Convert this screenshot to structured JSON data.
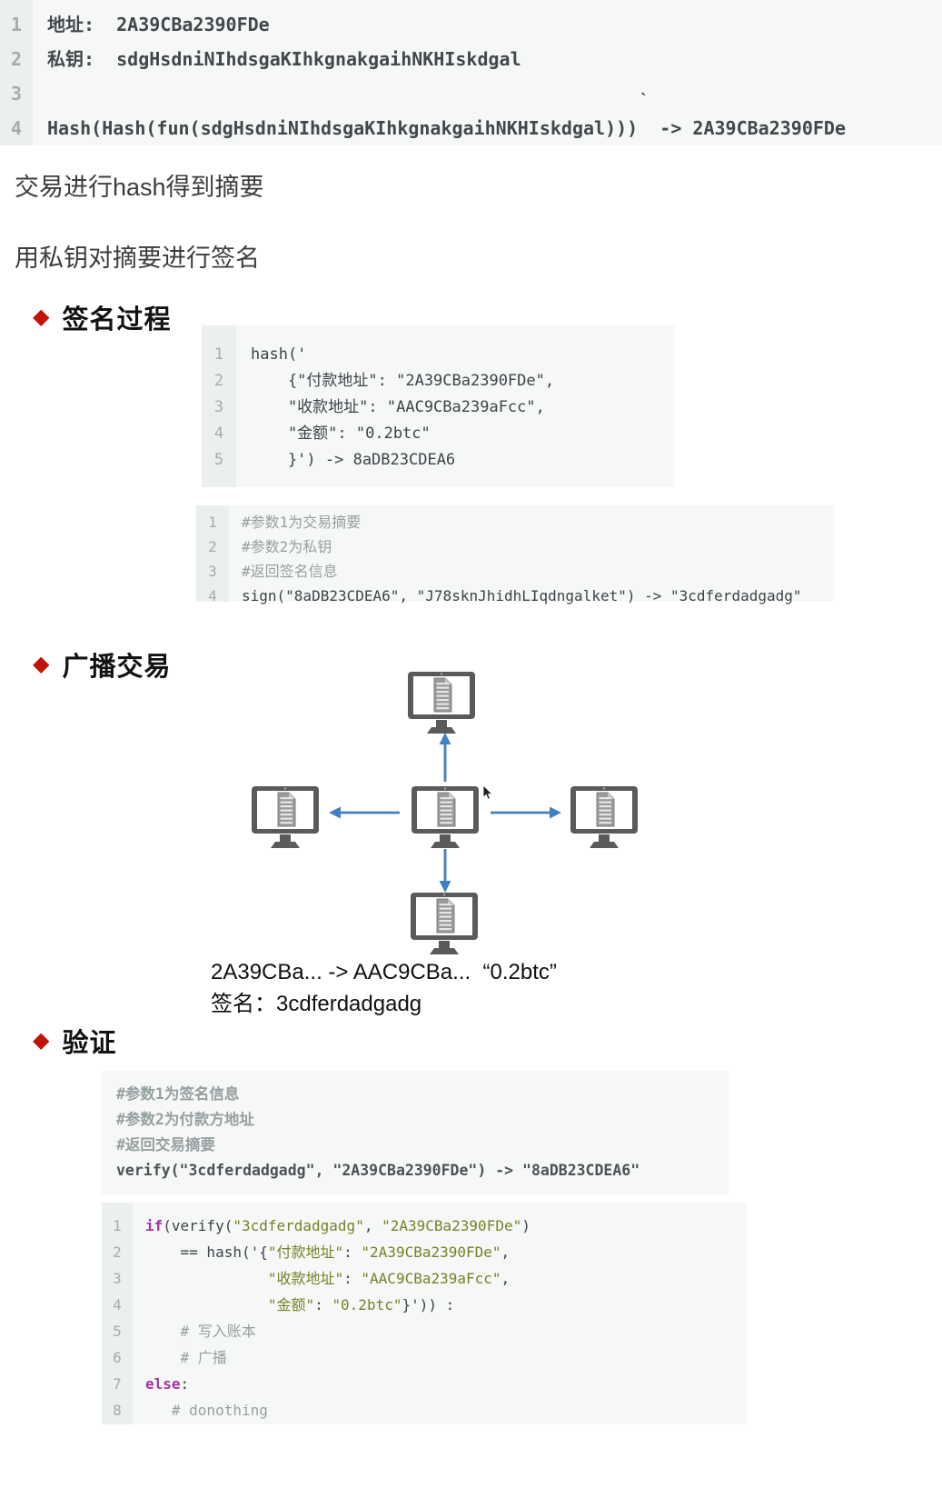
{
  "colors": {
    "accent_red": "#c11307",
    "arrow_blue": "#4080c0",
    "keyword_purple": "#a335a3",
    "string_olive": "#788226",
    "comment_gray": "#97a1a1",
    "code_dark": "#3f4448",
    "block_bg": "#f6f7f7",
    "gutter_bg": "#ebefee"
  },
  "icons": {
    "node": "computer-ledger-icon",
    "cursor": "mouse-cursor-icon",
    "bullet": "diamond-icon"
  },
  "keys_block": {
    "stray_tick": "`",
    "lines": [
      {
        "num": "1",
        "text": "地址:  2A39CBa2390FDe"
      },
      {
        "num": "2",
        "text": "私钥:  sdgHsdniNIhdsgaKIhkgnakgaihNKHIskdgal"
      },
      {
        "num": "3",
        "text": ""
      },
      {
        "num": "4",
        "text": "Hash(Hash(fun(sdgHsdniNIhdsgaKIhkgnakgaihNKHIskdgal)))  -> 2A39CBa2390FDe"
      }
    ]
  },
  "paragraphs": {
    "hash_digest": "交易进行hash得到摘要",
    "sign_digest": "用私钥对摘要进行签名"
  },
  "sections": {
    "sign_process": {
      "bullet": "◆",
      "title": "签名过程"
    },
    "broadcast": {
      "bullet": "◆",
      "title": "广播交易"
    },
    "verify": {
      "bullet": "◆",
      "title": "验证"
    }
  },
  "hash_block": {
    "lines": [
      {
        "num": "1",
        "text": "hash('"
      },
      {
        "num": "2",
        "text": "    {\"付款地址\": \"2A39CBa2390FDe\","
      },
      {
        "num": "3",
        "text": "    \"收款地址\": \"AAC9CBa239aFcc\","
      },
      {
        "num": "4",
        "text": "    \"金额\": \"0.2btc\""
      },
      {
        "num": "5",
        "text": "    }') -> 8aDB23CDEA6"
      }
    ]
  },
  "sign_block": {
    "lines": [
      {
        "num": "1",
        "text": "#参数1为交易摘要",
        "kind": "comment"
      },
      {
        "num": "2",
        "text": "#参数2为私钥",
        "kind": "comment"
      },
      {
        "num": "3",
        "text": "#返回签名信息",
        "kind": "comment"
      },
      {
        "num": "4",
        "text": "sign(\"8aDB23CDEA6\", \"J78sknJhidhLIqdngalket\") -> \"3cdferdadgadg\"",
        "kind": "code"
      }
    ]
  },
  "broadcast_caption": {
    "line1": "2A39CBa... -> AAC9CBa...  “0.2btc”",
    "line2": "签名：3cdferdadgadg"
  },
  "verify_block": {
    "lines": [
      {
        "text": "#参数1为签名信息",
        "kind": "comment"
      },
      {
        "text": "#参数2为付款方地址",
        "kind": "comment"
      },
      {
        "text": "#返回交易摘要",
        "kind": "comment"
      },
      {
        "text": "verify(\"3cdferdadgadg\", \"2A39CBa2390FDe\") -> \"8aDB23CDEA6\"",
        "kind": "code"
      }
    ]
  },
  "verify_if_block": {
    "lines": [
      {
        "num": "1",
        "segs": [
          {
            "c": "kw",
            "t": "if"
          },
          {
            "c": "pl",
            "t": "(verify("
          },
          {
            "c": "str",
            "t": "\"3cdferdadgadg\""
          },
          {
            "c": "pl",
            "t": ", "
          },
          {
            "c": "str",
            "t": "\"2A39CBa2390FDe\""
          },
          {
            "c": "pl",
            "t": ")"
          }
        ]
      },
      {
        "num": "2",
        "segs": [
          {
            "c": "pl",
            "t": "    == hash('{"
          },
          {
            "c": "str",
            "t": "\"付款地址\""
          },
          {
            "c": "pl",
            "t": ": "
          },
          {
            "c": "str",
            "t": "\"2A39CBa2390FDe\""
          },
          {
            "c": "pl",
            "t": ","
          }
        ]
      },
      {
        "num": "3",
        "segs": [
          {
            "c": "pl",
            "t": "              "
          },
          {
            "c": "str",
            "t": "\"收款地址\""
          },
          {
            "c": "pl",
            "t": ": "
          },
          {
            "c": "str",
            "t": "\"AAC9CBa239aFcc\""
          },
          {
            "c": "pl",
            "t": ","
          }
        ]
      },
      {
        "num": "4",
        "segs": [
          {
            "c": "pl",
            "t": "              "
          },
          {
            "c": "str",
            "t": "\"金额\""
          },
          {
            "c": "pl",
            "t": ": "
          },
          {
            "c": "str",
            "t": "\"0.2btc\""
          },
          {
            "c": "pl",
            "t": "}')) :"
          }
        ]
      },
      {
        "num": "5",
        "segs": [
          {
            "c": "cm",
            "t": "    # 写入账本"
          }
        ]
      },
      {
        "num": "6",
        "segs": [
          {
            "c": "cm",
            "t": "    # 广播"
          }
        ]
      },
      {
        "num": "7",
        "segs": [
          {
            "c": "kw",
            "t": "else"
          },
          {
            "c": "pl",
            "t": ":"
          }
        ]
      },
      {
        "num": "8",
        "segs": [
          {
            "c": "cm",
            "t": "   # donothing"
          }
        ]
      }
    ]
  }
}
